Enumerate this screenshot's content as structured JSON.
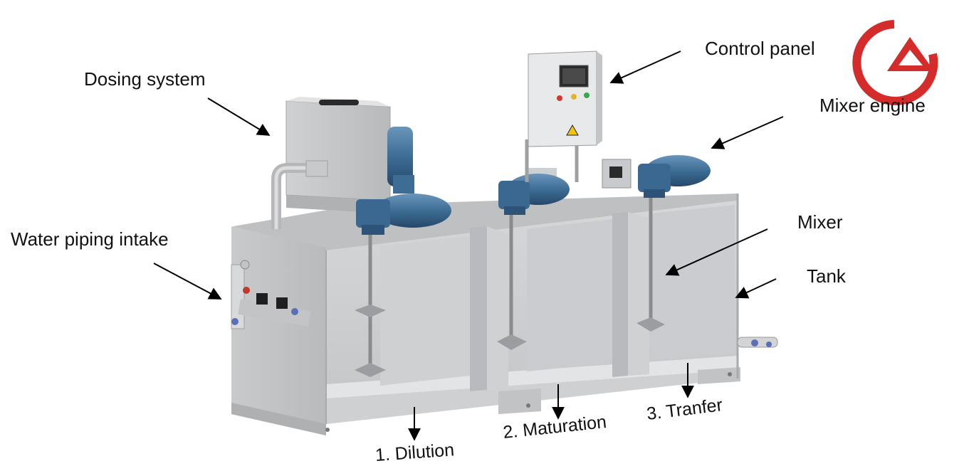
{
  "labels": {
    "dosing_system": "Dosing system",
    "control_panel": "Control panel",
    "mixer_engine": "Mixer engine",
    "water_piping_intake": "Water piping intake",
    "mixer": "Mixer",
    "tank": "Tank"
  },
  "stages": {
    "dilution": "1. Dilution",
    "maturation": "2. Maturation",
    "transfer": "3. Tranfer"
  },
  "colors": {
    "logo_red": "#d42b2b",
    "motor_blue": "#3d6d95",
    "tank_grey": "#c8c9cb",
    "light_red": "#d9342b",
    "light_yellow": "#e3b526",
    "light_green": "#3aa84a"
  },
  "icons": [
    "logo-icon",
    "warning-icon"
  ]
}
